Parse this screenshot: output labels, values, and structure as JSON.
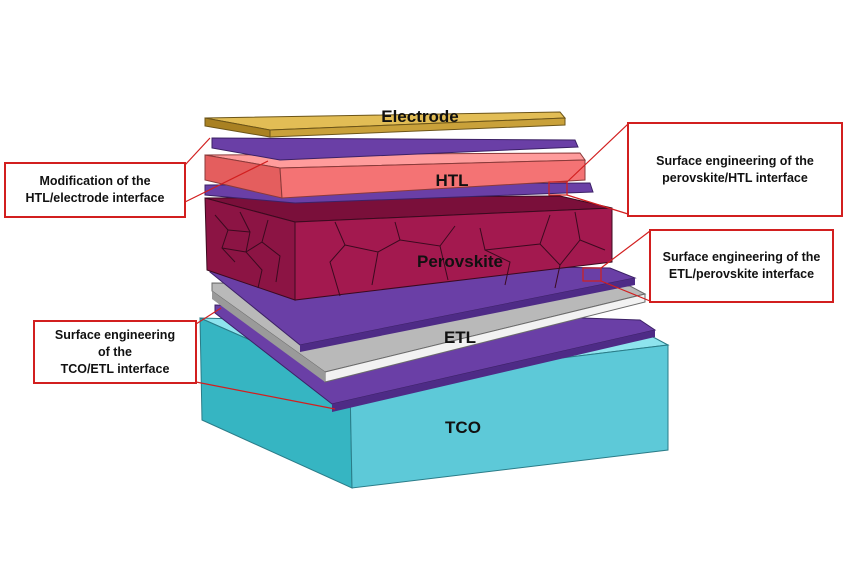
{
  "layers": {
    "electrode": "Electrode",
    "htl": "HTL",
    "perovskite": "Perovskite",
    "etl": "ETL",
    "tco": "TCO"
  },
  "callouts": {
    "htl_electrode": "Modification of the\nHTL/electrode interface",
    "perovskite_htl": "Surface engineering of the\nperovskite/HTL interface",
    "etl_perovskite": "Surface engineering of the\nETL/perovskite interface",
    "tco_etl": "Surface engineering\nof the\nTCO/ETL interface"
  },
  "colors": {
    "electrode": "#c9a13a",
    "interlayer": "#6a3fa6",
    "htl": "#f47374",
    "perovskite": "#a3194f",
    "etl": "#b9b9b9",
    "tco": "#5dc9d8",
    "callout_border": "#d21f1f"
  }
}
